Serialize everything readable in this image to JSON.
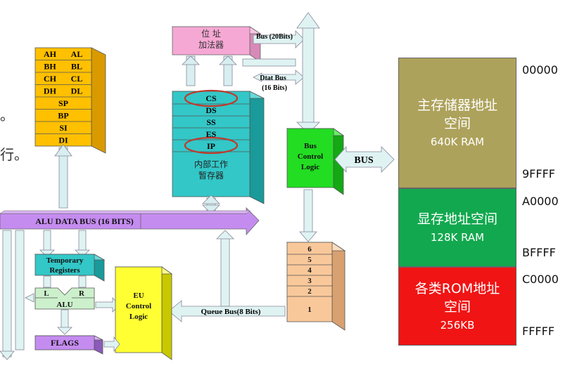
{
  "side_text": [
    "。",
    "行。"
  ],
  "gp_registers": [
    [
      "AH",
      "AL"
    ],
    [
      "BH",
      "BL"
    ],
    [
      "CH",
      "CL"
    ],
    [
      "DH",
      "DL"
    ]
  ],
  "ptr_registers": [
    "SP",
    "BP",
    "SI",
    "DI"
  ],
  "address_adder": {
    "line1": "位 址",
    "line2": "加法器"
  },
  "seg_registers": [
    "CS",
    "DS",
    "SS",
    "ES",
    "IP"
  ],
  "internal_regs": {
    "line1": "内部工作",
    "line2": "暂存器"
  },
  "bus_labels": {
    "bus20": "Bus (20Bits)",
    "dat_bus_line1": "Dtat Bus",
    "dat_bus_line2": "(16 Bits)",
    "bus": "BUS",
    "alu_data_bus": "ALU DATA BUS (16 BITS)",
    "queue_bus": "Queue  Bus(8 Bits)"
  },
  "bus_control": [
    "Bus",
    "Control",
    "Logic"
  ],
  "queue_slots": [
    "6",
    "5",
    "4",
    "3",
    "2",
    "1"
  ],
  "temp_registers": {
    "line1": "Temporary",
    "line2": "Registers"
  },
  "alu": {
    "left": "L",
    "right": "R",
    "label": "ALU"
  },
  "eu_control": [
    "EU",
    "Control",
    "Logic"
  ],
  "flags": "FLAGS",
  "memory_map": [
    {
      "title_lines": [
        "主存储器地址",
        "空间"
      ],
      "size": "640K RAM",
      "color": "#ada25b",
      "start": "00000",
      "end": "9FFFF"
    },
    {
      "title_lines": [
        "显存地址空间"
      ],
      "size": "128K RAM",
      "color": "#12a84f",
      "start": "A0000",
      "end": "BFFFF"
    },
    {
      "title_lines": [
        "各类ROM地址",
        "空间"
      ],
      "size": "256KB",
      "color": "#f01414",
      "start": "C0000",
      "end": "FFFFF"
    }
  ],
  "colors": {
    "gp_regs": "#ffc000",
    "adder": "#f6a8d4",
    "seg_regs": "#33c7c7",
    "bus_ctrl": "#22dd22",
    "queue": "#f9c89a",
    "alu_bus": "#c58cf0",
    "temp_regs": "#33c7c7",
    "alu": "#ccf0cc",
    "eu_ctrl": "#ffff33",
    "flags": "#c58cf0",
    "bus_arrow": "#dff3f3",
    "highlight": "#c0392b"
  }
}
